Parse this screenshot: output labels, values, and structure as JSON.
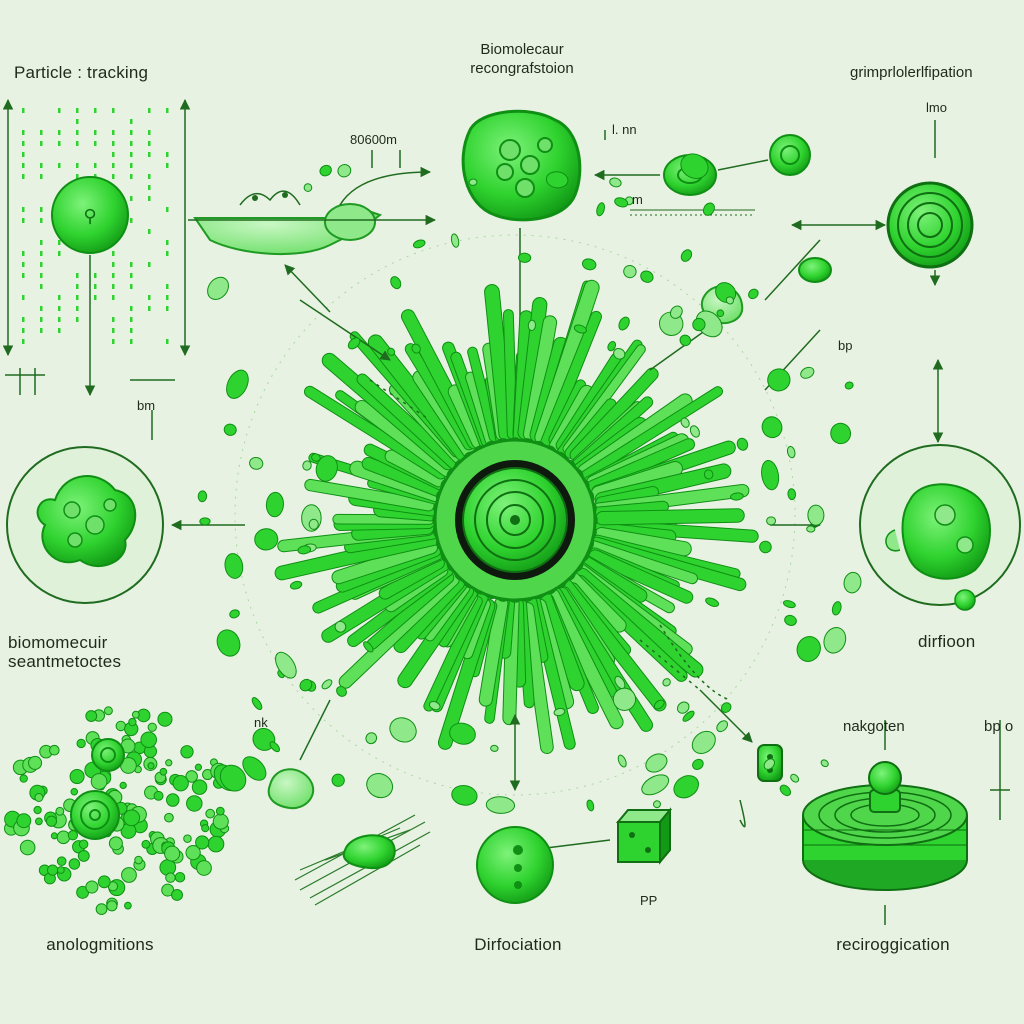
{
  "labels": {
    "particle_tracking": "Particle : tracking",
    "recognition_title_line1": "Biomolecaur",
    "recognition_title_line2": "recongrafstoion",
    "top_right_title": "grimprlolerlfipation",
    "scale_top_left": "80600m",
    "scale_top_center": "l. nn",
    "scale_m": "m",
    "scale_right_top": "lmo",
    "scale_left_mid": "bm",
    "scale_right_mid": "bp",
    "bottom_left_title_line1": "biomomecuir",
    "bottom_left_title_line2": "seantmetoctes",
    "right_mid_title": "dirfioon",
    "bottom_left_caption": "anologmitions",
    "bottom_center_caption": "Dirfociation",
    "bottom_right_caption": "reciroggication",
    "nakgoten": "nakgoten",
    "scale_bp_right": "bp o",
    "scale_nk": "nk",
    "scale_pp": "PP"
  },
  "colors": {
    "background": "#e8f2e2",
    "primary_green": "#2fd32f",
    "dark_green": "#0f8f14",
    "light_green": "#8fe88a",
    "line": "#1f6b1f",
    "ink": "#1f2a1c"
  },
  "icons": [
    "central-spiky-cell",
    "tracked-particle",
    "membrane-raft",
    "recognition-blob",
    "oval-particle",
    "concentric-disk",
    "virus-cluster-circle",
    "nucleus-circle",
    "particle-cloud",
    "fiber-bundle",
    "dotted-cell",
    "cube-block",
    "layered-disk"
  ]
}
